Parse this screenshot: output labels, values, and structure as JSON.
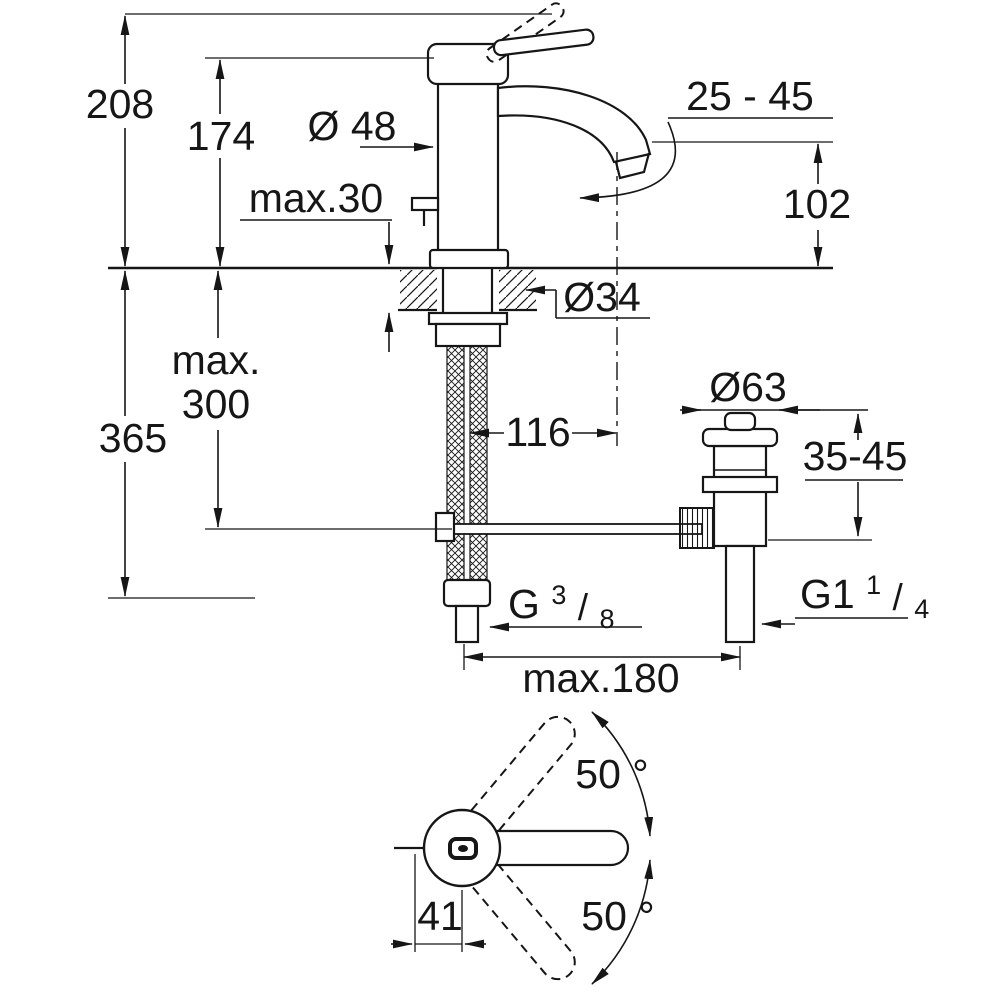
{
  "drawing": {
    "type": "technical-dimension-drawing",
    "line_color": "#161616",
    "background": "#ffffff"
  },
  "dimensions": {
    "total_height": "208",
    "body_height": "174",
    "body_diameter": "Ø 48",
    "deck_thickness_max": "max.30",
    "aerator_angle_range": "25 - 45",
    "spout_height": "102",
    "mounting_hole_diameter": "Ø34",
    "hose_length_max_word": "max.",
    "hose_length_max_value": "300",
    "below_deck_depth": "365",
    "spout_reach": "116",
    "waste_flange_diameter": "Ø63",
    "waste_deck_range": "35-45",
    "supply_thread": {
      "prefix": "G",
      "numerator": "3",
      "slash": "/",
      "denominator": "8"
    },
    "waste_thread": {
      "prefix": "G1",
      "numerator": "1",
      "slash": "/",
      "denominator": "4"
    },
    "rod_span_max": "max.180",
    "handle_swivel_up": "50 °",
    "handle_swivel_down": "50 °",
    "handle_axis_offset": "41"
  }
}
